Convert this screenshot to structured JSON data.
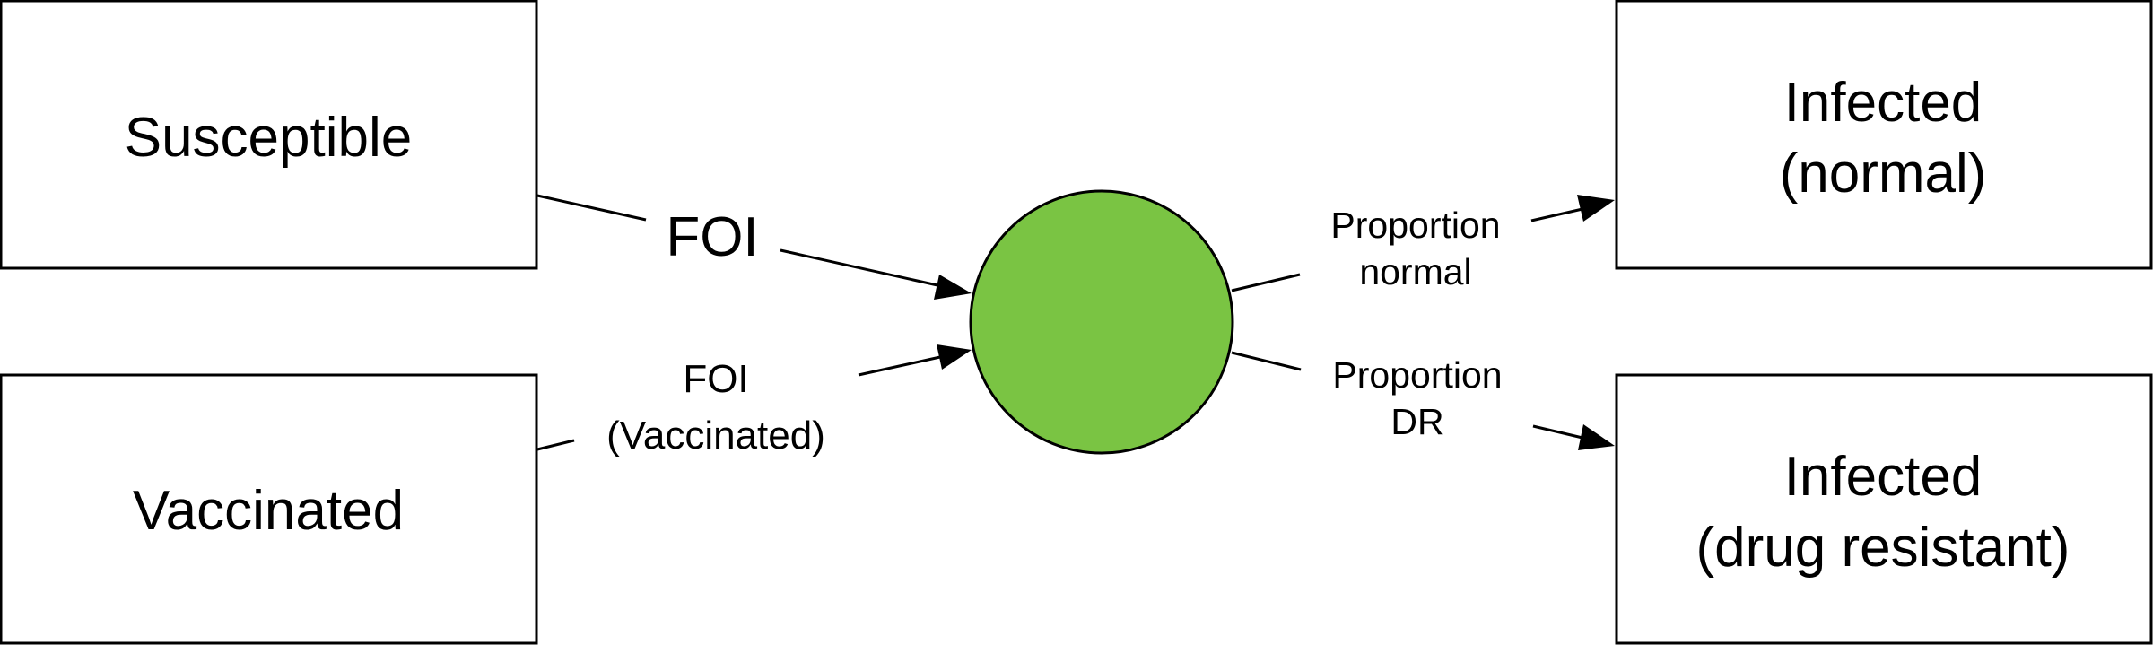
{
  "nodes": {
    "susceptible": {
      "label": "Susceptible"
    },
    "vaccinated": {
      "label": "Vaccinated"
    },
    "infected_normal": {
      "line1": "Infected",
      "line2": "(normal)"
    },
    "infected_dr": {
      "line1": "Infected",
      "line2": "(drug resistant)"
    },
    "hub": {
      "fill": "#7ac443"
    }
  },
  "edges": {
    "foi": {
      "label": "FOI"
    },
    "foi_vaccinated": {
      "line1": "FOI",
      "line2": "(Vaccinated)"
    },
    "proportion_normal": {
      "line1": "Proportion",
      "line2": "normal"
    },
    "proportion_dr": {
      "line1": "Proportion",
      "line2": "DR"
    }
  }
}
